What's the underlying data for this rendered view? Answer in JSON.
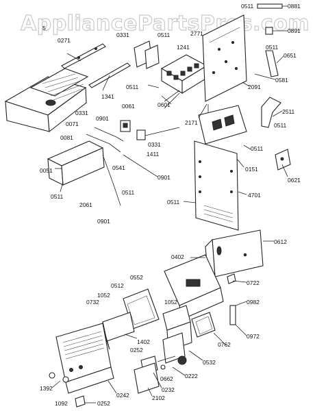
{
  "watermark": "AppliancePartsPros.com",
  "labels": [
    {
      "id": "l0881",
      "text": "0881"
    },
    {
      "id": "l0511a",
      "text": "0511"
    },
    {
      "id": "l5",
      "text": "5"
    },
    {
      "id": "l0891",
      "text": "0891"
    },
    {
      "id": "l0271",
      "text": "0271"
    },
    {
      "id": "l0331a",
      "text": "0331"
    },
    {
      "id": "l0511b",
      "text": "0511"
    },
    {
      "id": "l2771",
      "text": "2771"
    },
    {
      "id": "l1241",
      "text": "1241"
    },
    {
      "id": "l0511c",
      "text": "0511"
    },
    {
      "id": "l0651",
      "text": "0651"
    },
    {
      "id": "l0581",
      "text": "0581"
    },
    {
      "id": "l2091",
      "text": "2091"
    },
    {
      "id": "l1341",
      "text": "1341"
    },
    {
      "id": "l0511d",
      "text": "0511"
    },
    {
      "id": "l0601",
      "text": "0601"
    },
    {
      "id": "l0061",
      "text": "0061"
    },
    {
      "id": "l2171",
      "text": "2171"
    },
    {
      "id": "l2511",
      "text": "2511"
    },
    {
      "id": "l0331b",
      "text": "0331"
    },
    {
      "id": "l0901a",
      "text": "0901"
    },
    {
      "id": "l0071",
      "text": "0071"
    },
    {
      "id": "l0081",
      "text": "0081"
    },
    {
      "id": "l0331c",
      "text": "0331"
    },
    {
      "id": "l1411",
      "text": "1411"
    },
    {
      "id": "l0511e",
      "text": "0511"
    },
    {
      "id": "l0511f",
      "text": "0511"
    },
    {
      "id": "l0151",
      "text": "0151"
    },
    {
      "id": "l0621",
      "text": "0621"
    },
    {
      "id": "l0541",
      "text": "0541"
    },
    {
      "id": "l0051",
      "text": "0051"
    },
    {
      "id": "l0901b",
      "text": "0901"
    },
    {
      "id": "l0511g",
      "text": "0511"
    },
    {
      "id": "l0511h",
      "text": "0511"
    },
    {
      "id": "l2061",
      "text": "2061"
    },
    {
      "id": "l4701",
      "text": "4701"
    },
    {
      "id": "l0511i",
      "text": "0511"
    },
    {
      "id": "l0901c",
      "text": "0901"
    },
    {
      "id": "l0612",
      "text": "0612"
    },
    {
      "id": "l0402",
      "text": "0402"
    },
    {
      "id": "l0722",
      "text": "0722"
    },
    {
      "id": "l0512",
      "text": "0512"
    },
    {
      "id": "l0552",
      "text": "0552"
    },
    {
      "id": "l1052a",
      "text": "1052"
    },
    {
      "id": "l0982",
      "text": "0982"
    },
    {
      "id": "l0732",
      "text": "0732"
    },
    {
      "id": "l1052b",
      "text": "1052"
    },
    {
      "id": "l1402",
      "text": "1402"
    },
    {
      "id": "l0252a",
      "text": "0252"
    },
    {
      "id": "l0762",
      "text": "0762"
    },
    {
      "id": "l0972",
      "text": "0972"
    },
    {
      "id": "l0532",
      "text": "0532"
    },
    {
      "id": "l0662",
      "text": "0662"
    },
    {
      "id": "l0222",
      "text": "0222"
    },
    {
      "id": "l1392",
      "text": "1392"
    },
    {
      "id": "l0232",
      "text": "0232"
    },
    {
      "id": "l0242",
      "text": "0242"
    },
    {
      "id": "l2102",
      "text": "2102"
    },
    {
      "id": "l1092",
      "text": "1092"
    },
    {
      "id": "l0252b",
      "text": "0252"
    }
  ]
}
